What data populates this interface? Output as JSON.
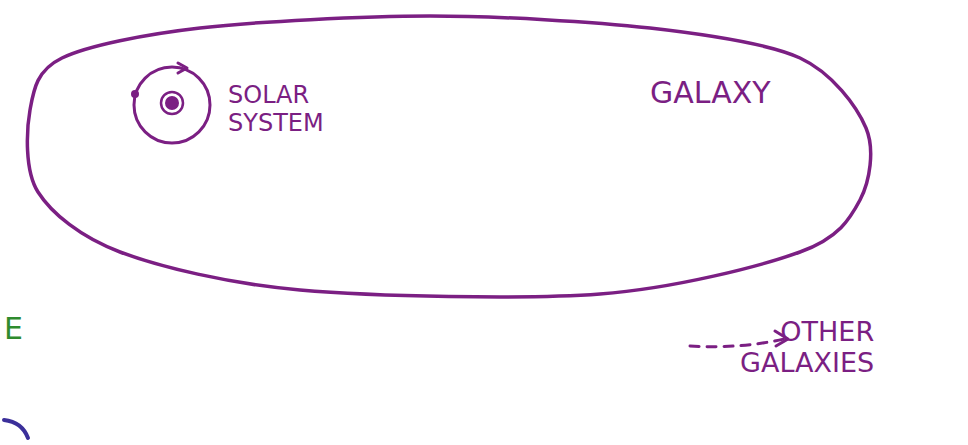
{
  "diagram": {
    "nodes": [
      {
        "text": [
          "GALAXY"
        ]
      },
      {
        "text": [
          "SOLAR SYSTEM"
        ],
        "in": 0
      }
    ],
    "labels": [
      "OTHER GALAXIES",
      "E"
    ]
  }
}
